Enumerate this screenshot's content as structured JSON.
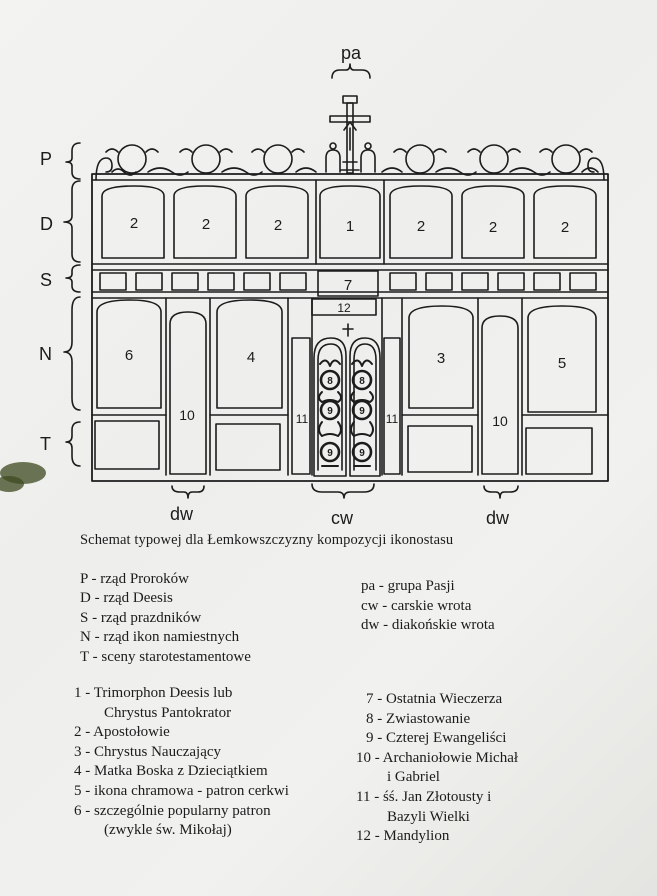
{
  "diagram": {
    "row_labels": [
      "P",
      "D",
      "S",
      "N",
      "T"
    ],
    "top_label": "pa",
    "bottom_labels": {
      "left": "dw",
      "center": "cw",
      "right": "dw"
    },
    "panels": {
      "deesis": [
        "2",
        "2",
        "2",
        "1",
        "2",
        "2",
        "2"
      ],
      "feast_center": "7",
      "mandylion": "12",
      "left_outer": "6",
      "left_deacon_door": "10",
      "left_inner": "4",
      "left_small": "11",
      "right_small": "11",
      "right_inner": "3",
      "right_deacon_door": "10",
      "right_outer": "5"
    },
    "door_marks": [
      "8",
      "8",
      "9",
      "9",
      "9",
      "9"
    ]
  },
  "caption": "Schemat typowej dla Łemkowszczyzny kompozycji ikonostasu",
  "legend_rows": [
    "P - rząd Proroków",
    "D - rząd Deesis",
    "S - rząd prazdników",
    "N - rząd ikon namiestnych",
    "T - sceny starotestamentowe"
  ],
  "legend_gates": [
    "pa - grupa Pasji",
    "cw - carskie wrota",
    "dw - diakońskie wrota"
  ],
  "legend_numbers_left": [
    "1 - Trimorphon Deesis lub",
    "Chrystus Pantokrator",
    "2 - Apostołowie",
    "3 - Chrystus Nauczający",
    "4 - Matka Boska z Dzieciątkiem",
    "5 - ikona chramowa - patron cerkwi",
    "6 - szczególnie popularny patron",
    "(zwykle św. Mikołaj)"
  ],
  "legend_numbers_right": [
    "7 - Ostatnia Wieczerza",
    "8 - Zwiastowanie",
    "9 - Czterej Ewangeliści",
    "10 - Archaniołowie Michał",
    "i Gabriel",
    "11 - śś. Jan Złotousty i",
    "Bazyli Wielki",
    "12 - Mandylion"
  ]
}
